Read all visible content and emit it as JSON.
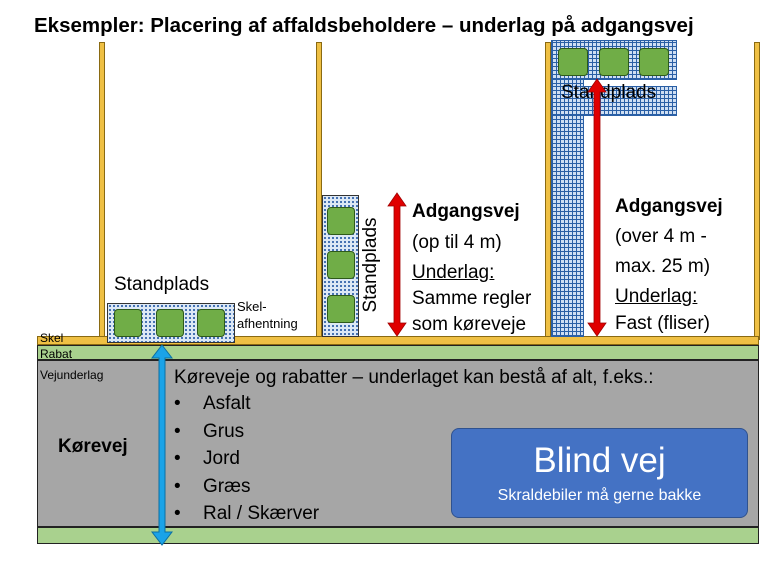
{
  "title": "Eksempler: Placering af affaldsbeholdere – underlag på adgangsvej",
  "labels": {
    "skel": "Skel",
    "rabat": "Rabat",
    "vejunderlag": "Vejunderlag",
    "korevej": "Kørevej",
    "standplads_left": "Standplads",
    "skel_afhentning_1": "Skel-",
    "skel_afhentning_2": "afhentning",
    "standplads_vertical": "Standplads",
    "standplads_right": "Standplads"
  },
  "adgangsvej_short": {
    "heading": "Adgangsvej",
    "range": "(op til 4 m)",
    "underlag_label": "Underlag:",
    "line1": "Samme regler",
    "line2": "som køreveje"
  },
  "adgangsvej_long": {
    "heading": "Adgangsvej",
    "range1": "(over 4 m -",
    "range2": "max. 25 m)",
    "underlag_label": "Underlag:",
    "line1": "Fast (fliser)"
  },
  "road_text": {
    "heading": "Køreveje og rabatter – underlaget kan bestå af alt, f.eks.:",
    "bullet": "•",
    "items": [
      "Asfalt",
      "Grus",
      "Jord",
      "Græs",
      "Ral / Skærver"
    ]
  },
  "blind_vej": {
    "title": "Blind vej",
    "subtitle": "Skraldebiler må gerne bakke"
  },
  "colors": {
    "fence": "#efc044",
    "rabat": "#a9d18e",
    "road": "#a6a6a6",
    "grass_bin": "#70ad47",
    "arrow_red": "#e00000",
    "arrow_blue": "#1aa3e8",
    "blind_box": "#4472c4"
  },
  "icons": [
    "red-double-arrow-icon",
    "blue-double-arrow-icon",
    "waste-bin-icon"
  ]
}
